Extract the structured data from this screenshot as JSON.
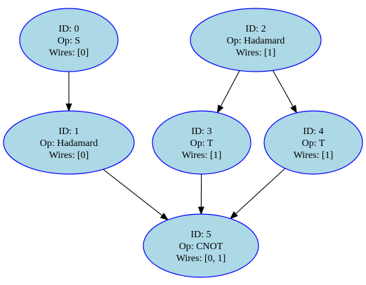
{
  "style": {
    "node_fill": "#add8e6",
    "node_stroke": "#0000ff",
    "edge_color": "#000000",
    "background": "#ffffff"
  },
  "nodes": [
    {
      "id": "0",
      "lines": [
        "ID: 0",
        "Op: S",
        "Wires: [0]"
      ]
    },
    {
      "id": "1",
      "lines": [
        "ID: 1",
        "Op: Hadamard",
        "Wires: [0]"
      ]
    },
    {
      "id": "2",
      "lines": [
        "ID: 2",
        "Op: Hadamard",
        "Wires: [1]"
      ]
    },
    {
      "id": "3",
      "lines": [
        "ID: 3",
        "Op: T",
        "Wires: [1]"
      ]
    },
    {
      "id": "4",
      "lines": [
        "ID: 4",
        "Op: T",
        "Wires: [1]"
      ]
    },
    {
      "id": "5",
      "lines": [
        "ID: 5",
        "Op: CNOT",
        "Wires: [0, 1]"
      ]
    }
  ],
  "edges": [
    {
      "from": "0",
      "to": "1"
    },
    {
      "from": "2",
      "to": "3"
    },
    {
      "from": "2",
      "to": "4"
    },
    {
      "from": "1",
      "to": "5"
    },
    {
      "from": "3",
      "to": "5"
    },
    {
      "from": "4",
      "to": "5"
    }
  ]
}
